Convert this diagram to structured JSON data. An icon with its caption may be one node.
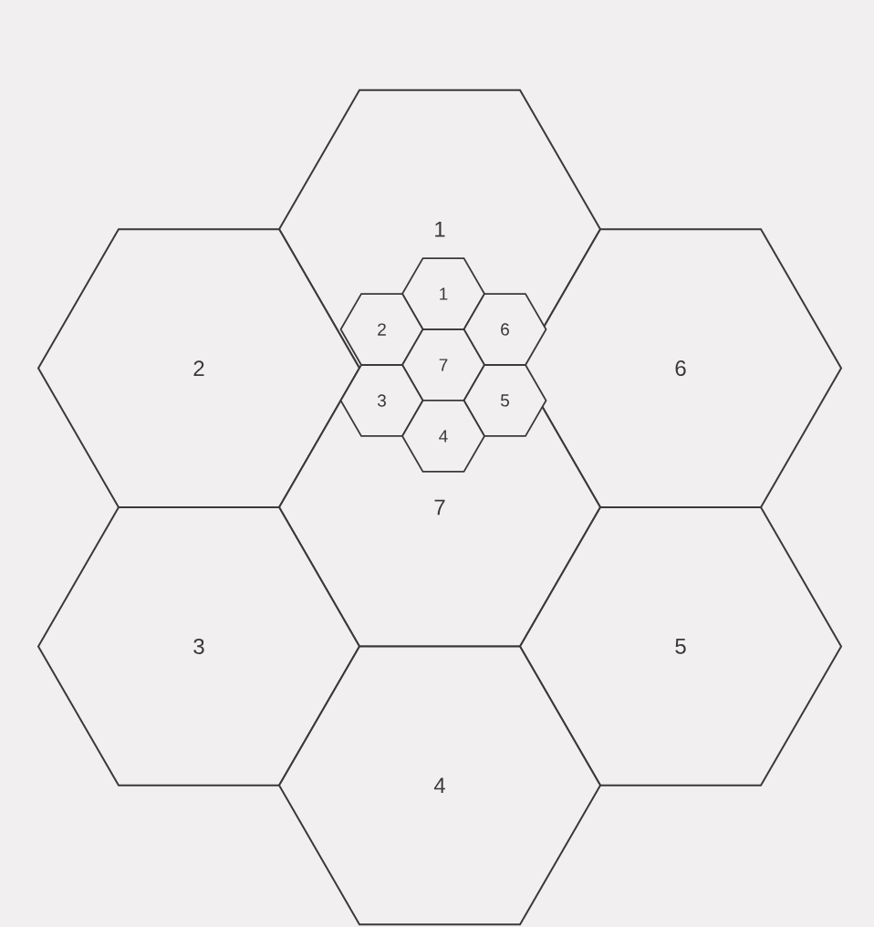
{
  "diagram": {
    "nodes": [
      {
        "text": [
          "1"
        ]
      },
      {
        "text": [
          "2"
        ]
      },
      {
        "text": [
          "6"
        ]
      },
      {
        "text": [
          "7"
        ]
      },
      {
        "text": [
          "3"
        ]
      },
      {
        "text": [
          "5"
        ]
      },
      {
        "text": [
          "4"
        ]
      },
      {
        "text": [
          "1"
        ],
        "in": 0
      },
      {
        "text": [
          "2"
        ],
        "in": 0
      },
      {
        "text": [
          "6"
        ],
        "in": 0
      },
      {
        "text": [
          "7"
        ]
      },
      {
        "text": [
          "3"
        ],
        "in": 3
      },
      {
        "text": [
          "5"
        ],
        "in": 3
      },
      {
        "text": [
          "4"
        ],
        "in": 3
      }
    ]
  }
}
